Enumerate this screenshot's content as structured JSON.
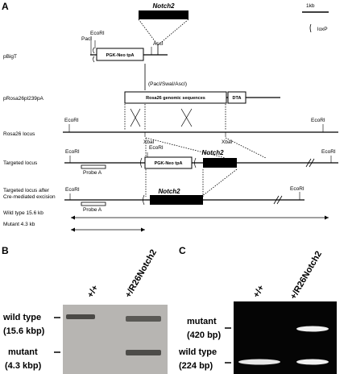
{
  "panels": {
    "a": "A",
    "b": "B",
    "c": "C"
  },
  "scale_bar": "1kb",
  "loxp_legend": "loxP",
  "constructs": {
    "pbigt": "pBigT",
    "prosa": "pRosa26pl239pA",
    "rosa_locus": "Rosa26 locus",
    "targeted": "Targeted locus",
    "after_cre_1": "Targeted locus after",
    "after_cre_2": "Cre-mediated excision"
  },
  "elements": {
    "notch2": "Notch2",
    "pgk_neo": "PGK-Neo  tpA",
    "rosa_genomic": "Rosa26 genomic sequences",
    "dta": "DTA",
    "probe_a": "Probe A",
    "insert_sites": "(PacI/SwaI/AscI)"
  },
  "sites": {
    "ecori": "EcoRI",
    "paci": "PacI",
    "asci": "AscI",
    "xbai": "XbaI"
  },
  "fragments": {
    "wild_type": "Wild type 15.6 kb",
    "mutant": "Mutant  4.3 kb"
  },
  "southern": {
    "lanes": [
      "+/+",
      "+/R26Notch2"
    ],
    "wt_label_1": "wild type",
    "wt_label_2": "(15.6 kbp)",
    "mut_label_1": "mutant",
    "mut_label_2": "(4.3 kbp)"
  },
  "pcr": {
    "lanes": [
      "+/+",
      "+/R26Notch2"
    ],
    "mut_label_1": "mutant",
    "mut_label_2": "(420 bp)",
    "wt_label_1": "wild type",
    "wt_label_2": "(224 bp)"
  }
}
